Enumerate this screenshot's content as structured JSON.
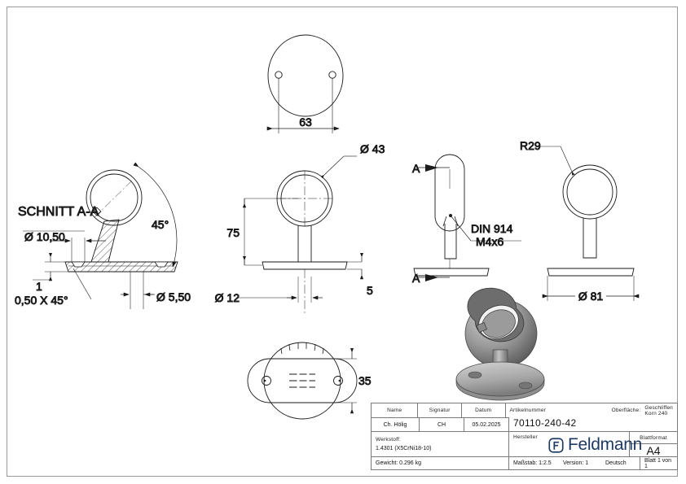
{
  "drawing": {
    "sheet_format": "A4",
    "border_color": "#9a9a9a",
    "line_color": "#1a1a1a"
  },
  "views": {
    "section_view": {
      "label": "SCHNITT A-A",
      "dims": {
        "hole_dia": "Ø 10,50",
        "plate_thickness": "1",
        "chamfer": "0,50 X 45°",
        "counterbore_dia": "Ø 5,50",
        "angle": "45°"
      }
    },
    "front_view": {
      "dims": {
        "ball_dia": "Ø 43",
        "height": "75",
        "stem_dia": "Ø 12",
        "plate_thk": "5"
      }
    },
    "top_view": {
      "dims": {
        "hole_spacing": "63"
      }
    },
    "bottom_view": {
      "dims": {
        "width": "35"
      }
    },
    "side_section_view": {
      "section_marks": [
        "A",
        "A"
      ],
      "note_line1": "DIN 914",
      "note_line2": "M4x6"
    },
    "right_view": {
      "dims": {
        "radius": "R29",
        "base_dia": "Ø 81"
      }
    },
    "iso_view": {
      "name": "3d-isometric-render"
    }
  },
  "title_block": {
    "name_caption": "Name",
    "name_value": "Ch. Hölig",
    "signature_caption": "Signatur",
    "signature_value": "CH",
    "date_caption": "Datum",
    "date_value": "05.02.2025",
    "article_caption": "Artikelnummer",
    "article_value": "70110-240-42",
    "surface_caption": "Oberfläche:",
    "surface_value": "Geschliffen Korn 240",
    "material_caption": "Werkstoff:",
    "material_value": "1.4301 (X5CrNi18-10)",
    "manufacturer_caption": "Hersteller",
    "logo_text": "Feldmann",
    "logo_color": "#1d3a63",
    "sheet_format_caption": "Blattformat",
    "sheet_format_value": "A4",
    "weight_label": "Gewicht: 0.296 kg",
    "scale_label": "Maßstab: 1:2.5",
    "version_label": "Version: 1",
    "language_label": "Deutsch",
    "page_label": "Blatt 1 von 1"
  }
}
